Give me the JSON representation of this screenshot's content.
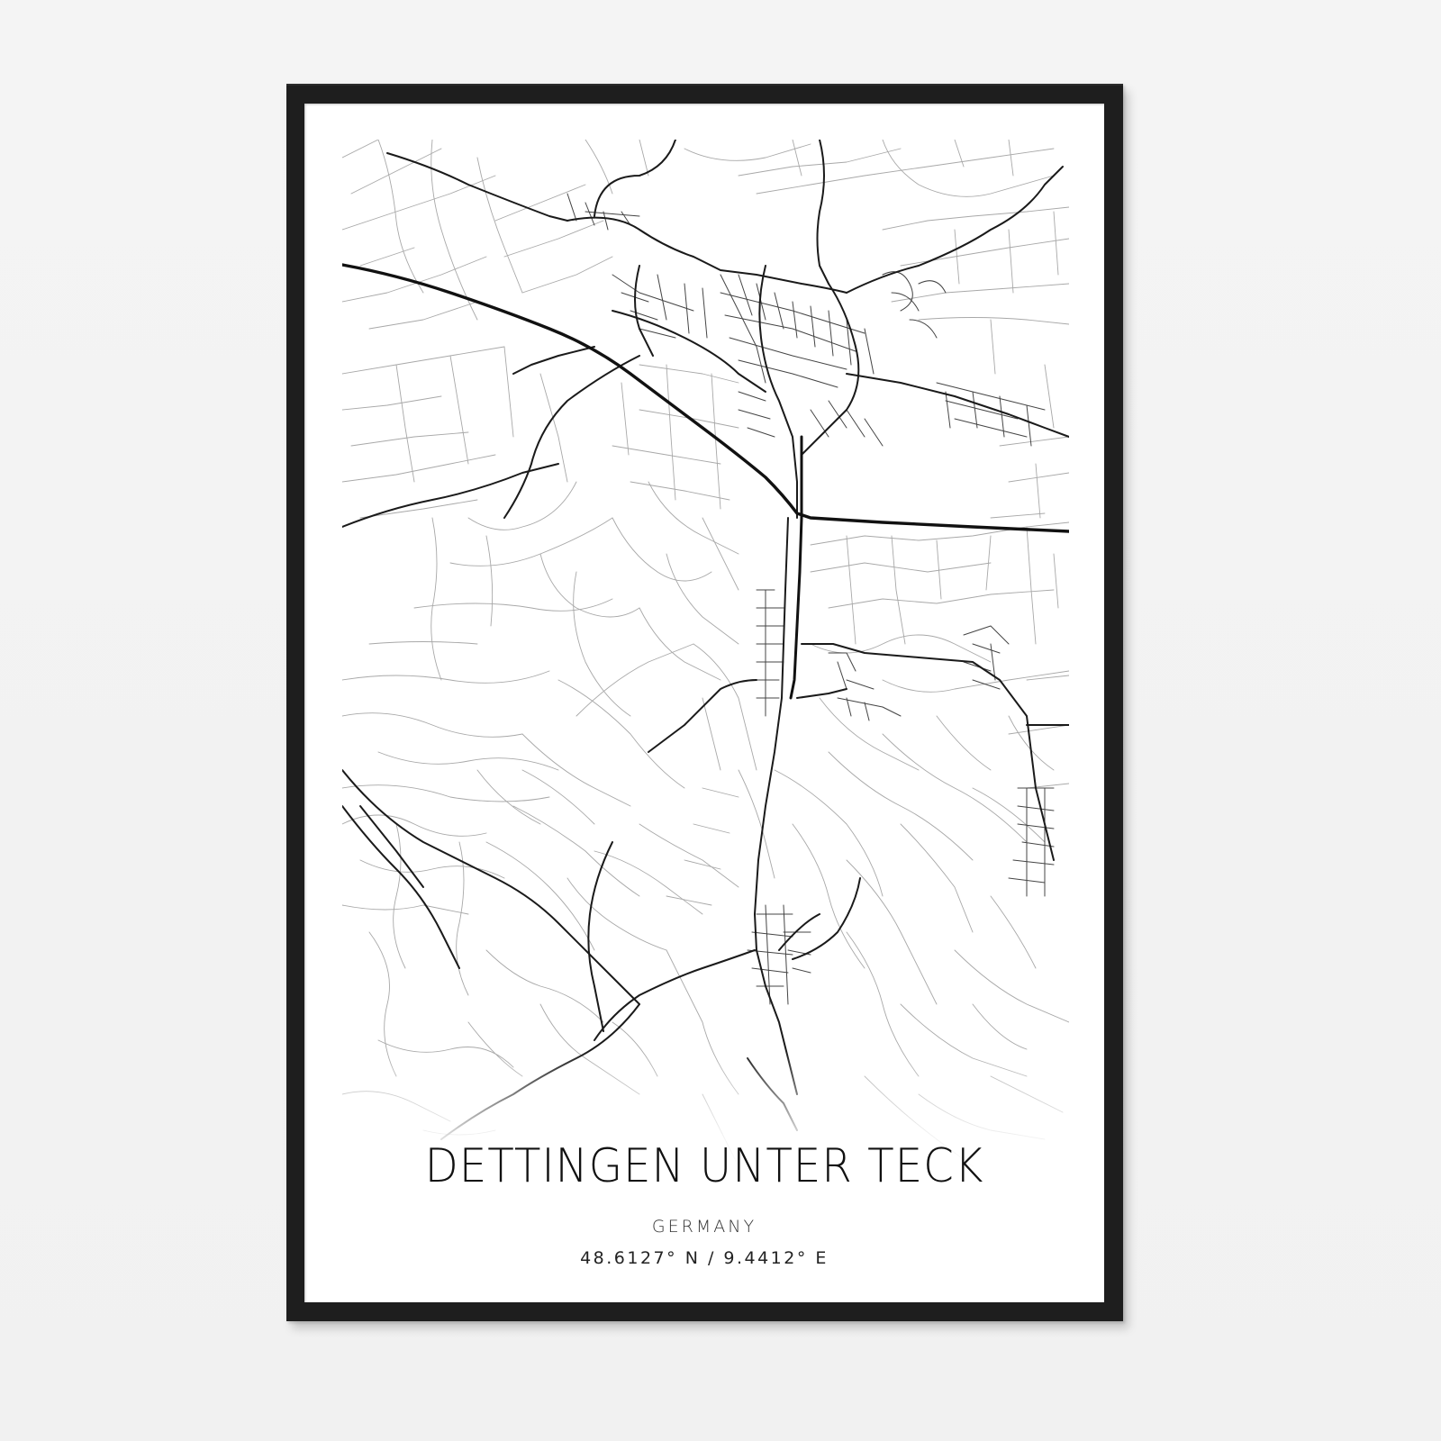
{
  "poster": {
    "city": "DETTINGEN UNTER TECK",
    "country": "GERMANY",
    "coordinates": "48.6127° N / 9.4412° E",
    "style": "minimal black and white street map",
    "colors": {
      "background": "#f2f2f2",
      "frame": "#1e1e1e",
      "mat": "#ffffff",
      "major_road": "#1a1a1a",
      "minor_road": "#9a9a9a",
      "text": "#111111"
    }
  }
}
